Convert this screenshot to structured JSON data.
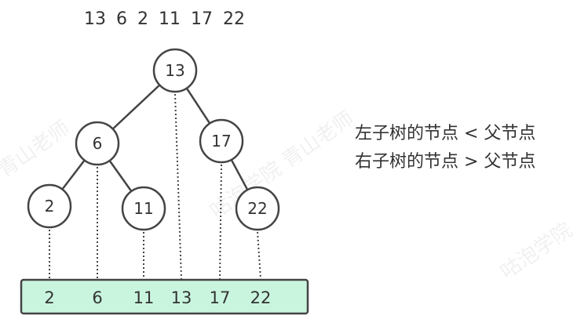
{
  "sequence": [
    "13",
    "6",
    "2",
    "11",
    "17",
    "22"
  ],
  "tree": {
    "nodes": [
      {
        "id": "n13",
        "label": "13"
      },
      {
        "id": "n6",
        "label": "6"
      },
      {
        "id": "n17",
        "label": "17"
      },
      {
        "id": "n2",
        "label": "2"
      },
      {
        "id": "n11",
        "label": "11"
      },
      {
        "id": "n22",
        "label": "22"
      }
    ],
    "edges": [
      [
        "n13",
        "n6"
      ],
      [
        "n13",
        "n17"
      ],
      [
        "n6",
        "n2"
      ],
      [
        "n6",
        "n11"
      ],
      [
        "n17",
        "n22"
      ]
    ]
  },
  "sorted_array": [
    "2",
    "6",
    "11",
    "13",
    "17",
    "22"
  ],
  "rules": {
    "left": "左子树的节点 < 父节点",
    "right": "右子树的节点 > 父节点"
  },
  "watermarks": [
    "青山老师",
    "咕泡学院 青山老师",
    "咕泡学院"
  ],
  "colors": {
    "array_fill": "#c9f5df",
    "stroke": "#444444"
  }
}
